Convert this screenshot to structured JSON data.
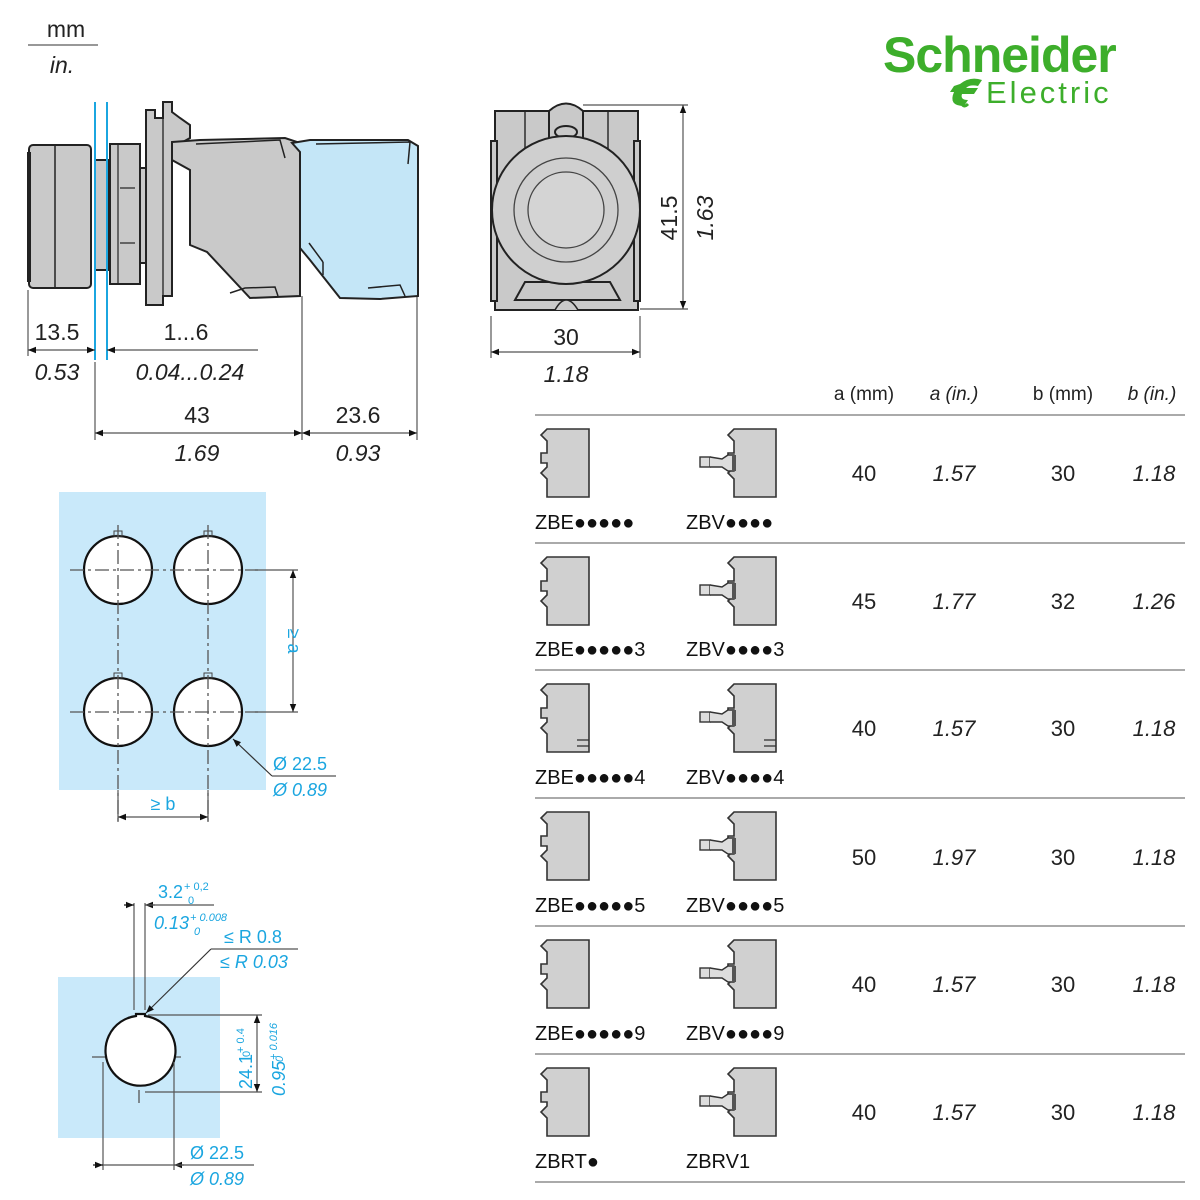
{
  "brand": {
    "line1": "Schneider",
    "line2": "Electric",
    "color": "#3dae2b"
  },
  "units": {
    "primary": "mm",
    "secondary": "in."
  },
  "side_view": {
    "dims": [
      {
        "id": "front",
        "mm": "13.5",
        "in": "0.53"
      },
      {
        "id": "panel",
        "mm": "1...6",
        "in": "0.04...0.24"
      },
      {
        "id": "body",
        "mm": "43",
        "in": "1.69"
      },
      {
        "id": "block",
        "mm": "23.6",
        "in": "0.93"
      }
    ]
  },
  "front_view": {
    "height": {
      "mm": "41.5",
      "in": "1.63"
    },
    "width": {
      "mm": "30",
      "in": "1.18"
    }
  },
  "cutout_grid": {
    "spacing_a": "≥ a",
    "spacing_b": "≥ b",
    "diameter_mm": "Ø 22.5",
    "diameter_in": "Ø 0.89"
  },
  "cutout_single": {
    "key_width_mm": "3.2",
    "key_width_mm_tol_upper": "+ 0,2",
    "key_width_mm_tol_lower": "0",
    "key_width_in": "0.13",
    "key_width_in_tol_upper": "+ 0.008",
    "key_width_in_tol_lower": "0",
    "radius_mm": "≤ R 0.8",
    "radius_in": "≤ R 0.03",
    "depth_mm": "24.1",
    "depth_mm_tol_upper": "+ 0.4",
    "depth_mm_tol_lower": "0",
    "depth_in": "0.95",
    "depth_in_tol_upper": "+ 0.016",
    "depth_in_tol_lower": "0",
    "diameter_mm": "Ø 22.5",
    "diameter_in": "Ø 0.89"
  },
  "table": {
    "headers": [
      "a (mm)",
      "a (in.)",
      "b (mm)",
      "b (in.)"
    ],
    "rows": [
      {
        "ref1": "ZBE●●●●●",
        "ref2": "ZBV●●●●",
        "a_mm": "40",
        "a_in": "1.57",
        "b_mm": "30",
        "b_in": "1.18"
      },
      {
        "ref1": "ZBE●●●●●3",
        "ref2": "ZBV●●●●3",
        "a_mm": "45",
        "a_in": "1.77",
        "b_mm": "32",
        "b_in": "1.26"
      },
      {
        "ref1": "ZBE●●●●●4",
        "ref2": "ZBV●●●●4",
        "a_mm": "40",
        "a_in": "1.57",
        "b_mm": "30",
        "b_in": "1.18"
      },
      {
        "ref1": "ZBE●●●●●5",
        "ref2": "ZBV●●●●5",
        "a_mm": "50",
        "a_in": "1.97",
        "b_mm": "30",
        "b_in": "1.18"
      },
      {
        "ref1": "ZBE●●●●●9",
        "ref2": "ZBV●●●●9",
        "a_mm": "40",
        "a_in": "1.57",
        "b_mm": "30",
        "b_in": "1.18"
      },
      {
        "ref1": "ZBRT●",
        "ref2": "ZBRV1",
        "a_mm": "40",
        "a_in": "1.57",
        "b_mm": "30",
        "b_in": "1.18"
      }
    ]
  }
}
